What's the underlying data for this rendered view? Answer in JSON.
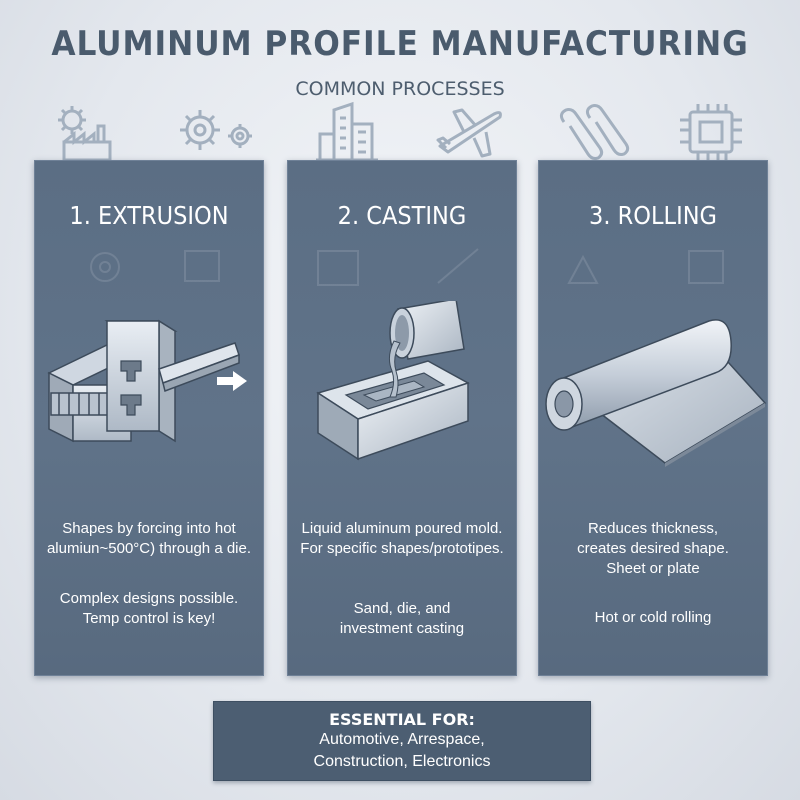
{
  "header": {
    "title": "ALUMINUM PROFILE MANUFACTURING",
    "subtitle": "COMMON PROCESSES"
  },
  "top_icons": [
    "gear-factory-icon",
    "gears-icon",
    "building-icon",
    "airplane-icon",
    "paperclips-icon",
    "microchip-icon"
  ],
  "processes": [
    {
      "title": "1. EXTRUSION",
      "illustration": "extrusion-die-icon",
      "description": [
        "Shapes by forcing into hot",
        "alumiun~500°C) through a die."
      ],
      "notes": [
        "Complex designs possible.",
        "Temp control is key!"
      ]
    },
    {
      "title": "2. CASTING",
      "illustration": "casting-mold-icon",
      "description": [
        "Liquid aluminum poured mold.",
        "For specific shapes/prototipes."
      ],
      "notes": [
        "Sand, die, and",
        "investment casting"
      ]
    },
    {
      "title": "3. ROLLING",
      "illustration": "rolled-sheet-icon",
      "description": [
        "Reduces thickness,",
        "creates desired shape.",
        "Sheet or plate"
      ],
      "notes": [
        "Hot or cold rolling"
      ]
    }
  ],
  "footer": {
    "title": "ESSENTIAL FOR:",
    "lines": [
      "Automotive, Arrespace,",
      "Construction, Electronics"
    ]
  },
  "colors": {
    "panel": "#5e7187",
    "footer": "#4c5e72",
    "title_text": "#4a5b6d",
    "icon_line": "#9aa8b8"
  }
}
